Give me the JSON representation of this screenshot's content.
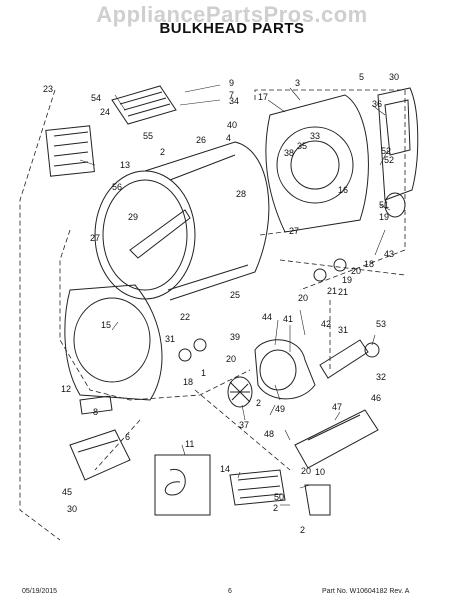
{
  "watermark": "AppliancePartsPros.com",
  "title": "BULKHEAD PARTS",
  "footer": {
    "date": "05/19/2015",
    "page": "6",
    "part_no": "Part No. W10604182  Rev. A"
  },
  "callouts": [
    "9",
    "7",
    "34",
    "40",
    "4",
    "55",
    "2",
    "13",
    "23",
    "54",
    "24",
    "56",
    "29",
    "26",
    "28",
    "27",
    "27",
    "25",
    "3",
    "17",
    "33",
    "35",
    "38",
    "36",
    "5",
    "30",
    "52",
    "16",
    "19",
    "51",
    "43",
    "18",
    "20",
    "19",
    "21",
    "20",
    "11",
    "15",
    "22",
    "39",
    "31",
    "20",
    "18",
    "1",
    "44",
    "41",
    "42",
    "31",
    "53",
    "32",
    "12",
    "8",
    "6",
    "45",
    "30",
    "37",
    "2",
    "49",
    "47",
    "48",
    "46",
    "14",
    "50",
    "2",
    "20",
    "10",
    "2",
    "52",
    "21"
  ]
}
